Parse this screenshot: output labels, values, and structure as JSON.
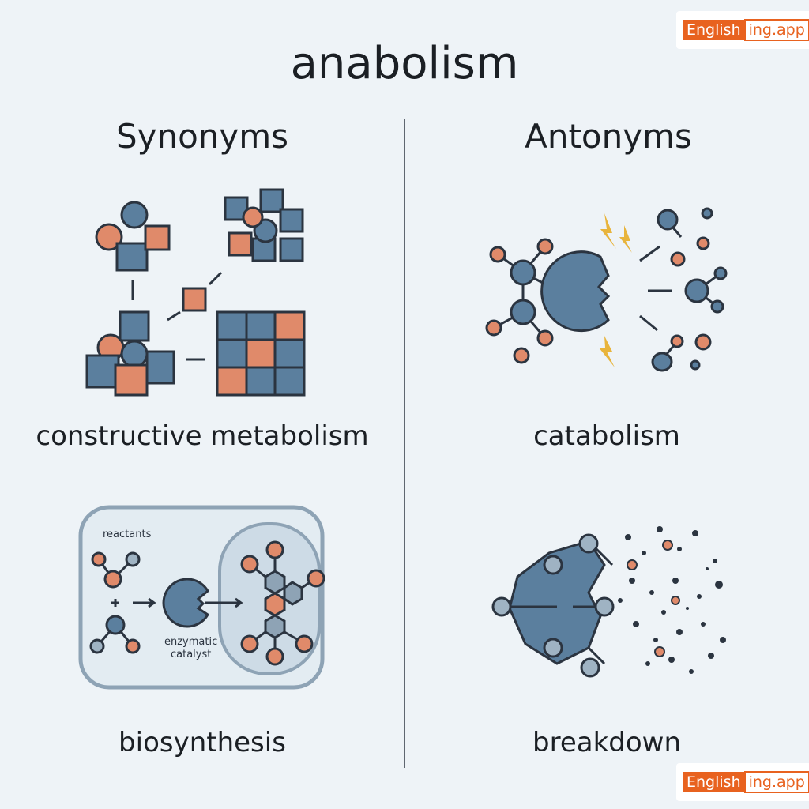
{
  "title": "anabolism",
  "synonyms": {
    "heading": "Synonyms",
    "items": [
      {
        "term": "constructive metabolism"
      },
      {
        "term": "biosynthesis",
        "labels": {
          "reactants": "reactants",
          "catalyst_line1": "enzymatic",
          "catalyst_line2": "catalyst"
        }
      }
    ]
  },
  "antonyms": {
    "heading": "Antonyms",
    "items": [
      {
        "term": "catabolism"
      },
      {
        "term": "breakdown"
      }
    ]
  },
  "logo": {
    "part1": "English",
    "part2": "ing.app"
  },
  "colors": {
    "background": "#eef3f7",
    "blue": "#5b7f9e",
    "orange": "#e08a6a",
    "outline": "#2b3440",
    "brand": "#e8621f"
  }
}
